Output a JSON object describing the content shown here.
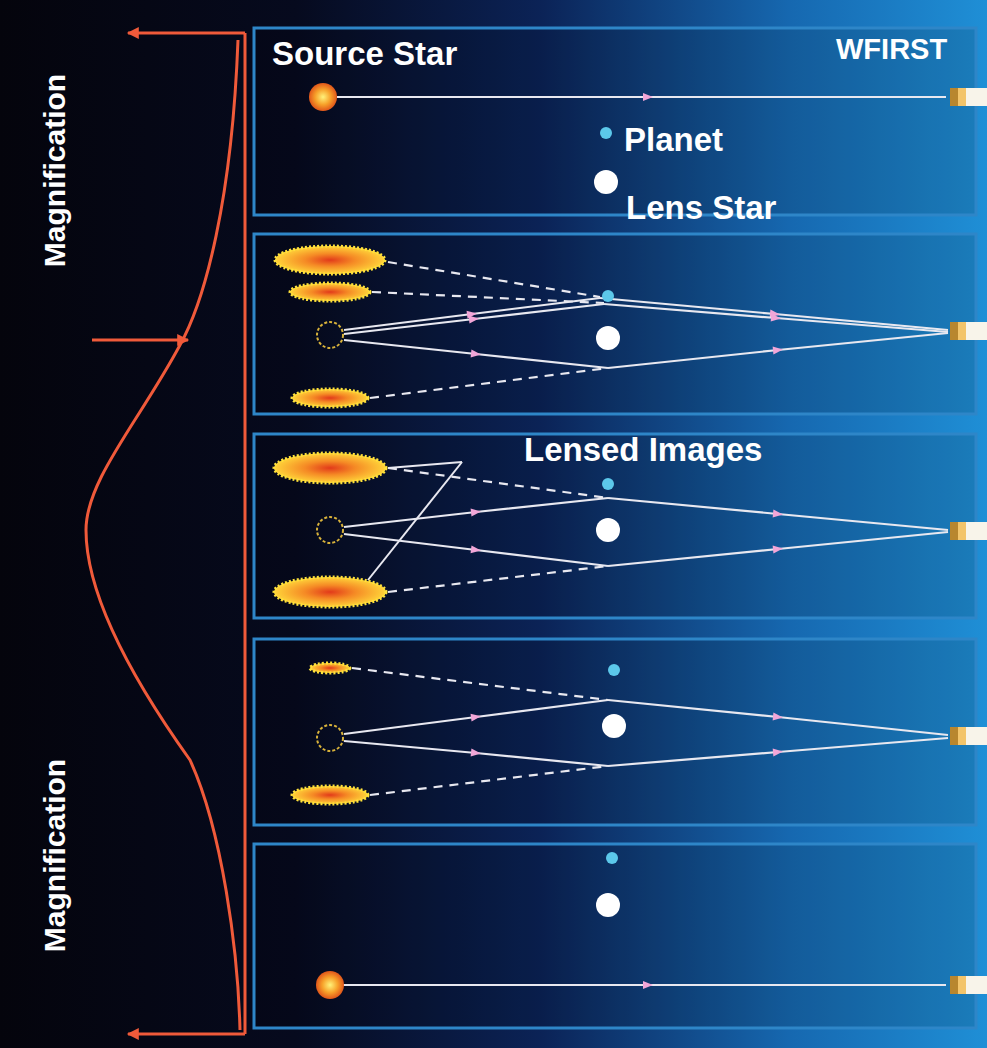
{
  "diagram": {
    "labels": [
      "Source Star",
      "WFIRST",
      "Planet",
      "Lens Star",
      "Lensed Images",
      "Magnification",
      "Magnification"
    ]
  }
}
